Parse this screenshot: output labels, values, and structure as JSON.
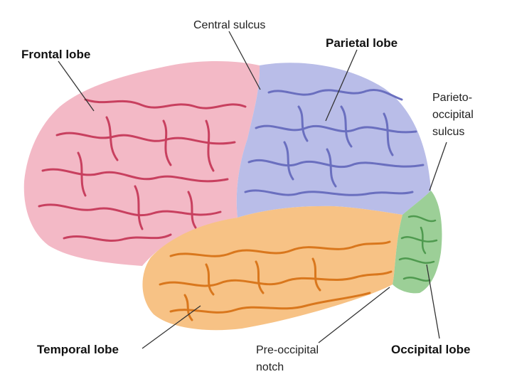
{
  "labels": {
    "frontal_lobe": "Frontal lobe",
    "central_sulcus": "Central sulcus",
    "parietal_lobe": "Parietal lobe",
    "parieto_occipital_sulcus": [
      "Parieto-",
      "occipital",
      "sulcus"
    ],
    "temporal_lobe": "Temporal lobe",
    "pre_occipital_notch": [
      "Pre-occipital",
      "notch"
    ],
    "occipital_lobe": "Occipital lobe"
  },
  "colors": {
    "frontal": "#f3b9c6",
    "frontal_sulci": "#c8405f",
    "parietal": "#b9bde8",
    "parietal_sulci": "#6a6fbf",
    "temporal": "#f7c285",
    "temporal_sulci": "#d9771d",
    "occipital": "#9ccf97",
    "occipital_sulci": "#4f9a4f"
  }
}
